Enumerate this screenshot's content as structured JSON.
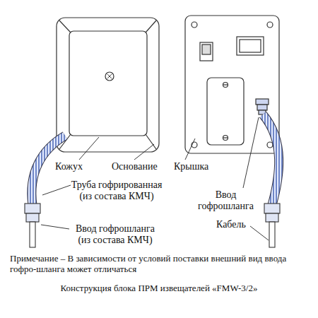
{
  "diagram": {
    "caption": "Конструкция блока ПРМ извещателей «FMW-3/2»",
    "labels": [
      "Кожух",
      "Основание",
      "Крышка",
      "Труба гофрированная (из состава КМЧ)",
      "Ввод гофрошланга (из состава КМЧ)",
      "Ввод гофрошланга",
      "Кабель",
      "Примечание – В зависимости от условий поставки внешний вид ввода гофро-шланга может отличаться"
    ]
  }
}
